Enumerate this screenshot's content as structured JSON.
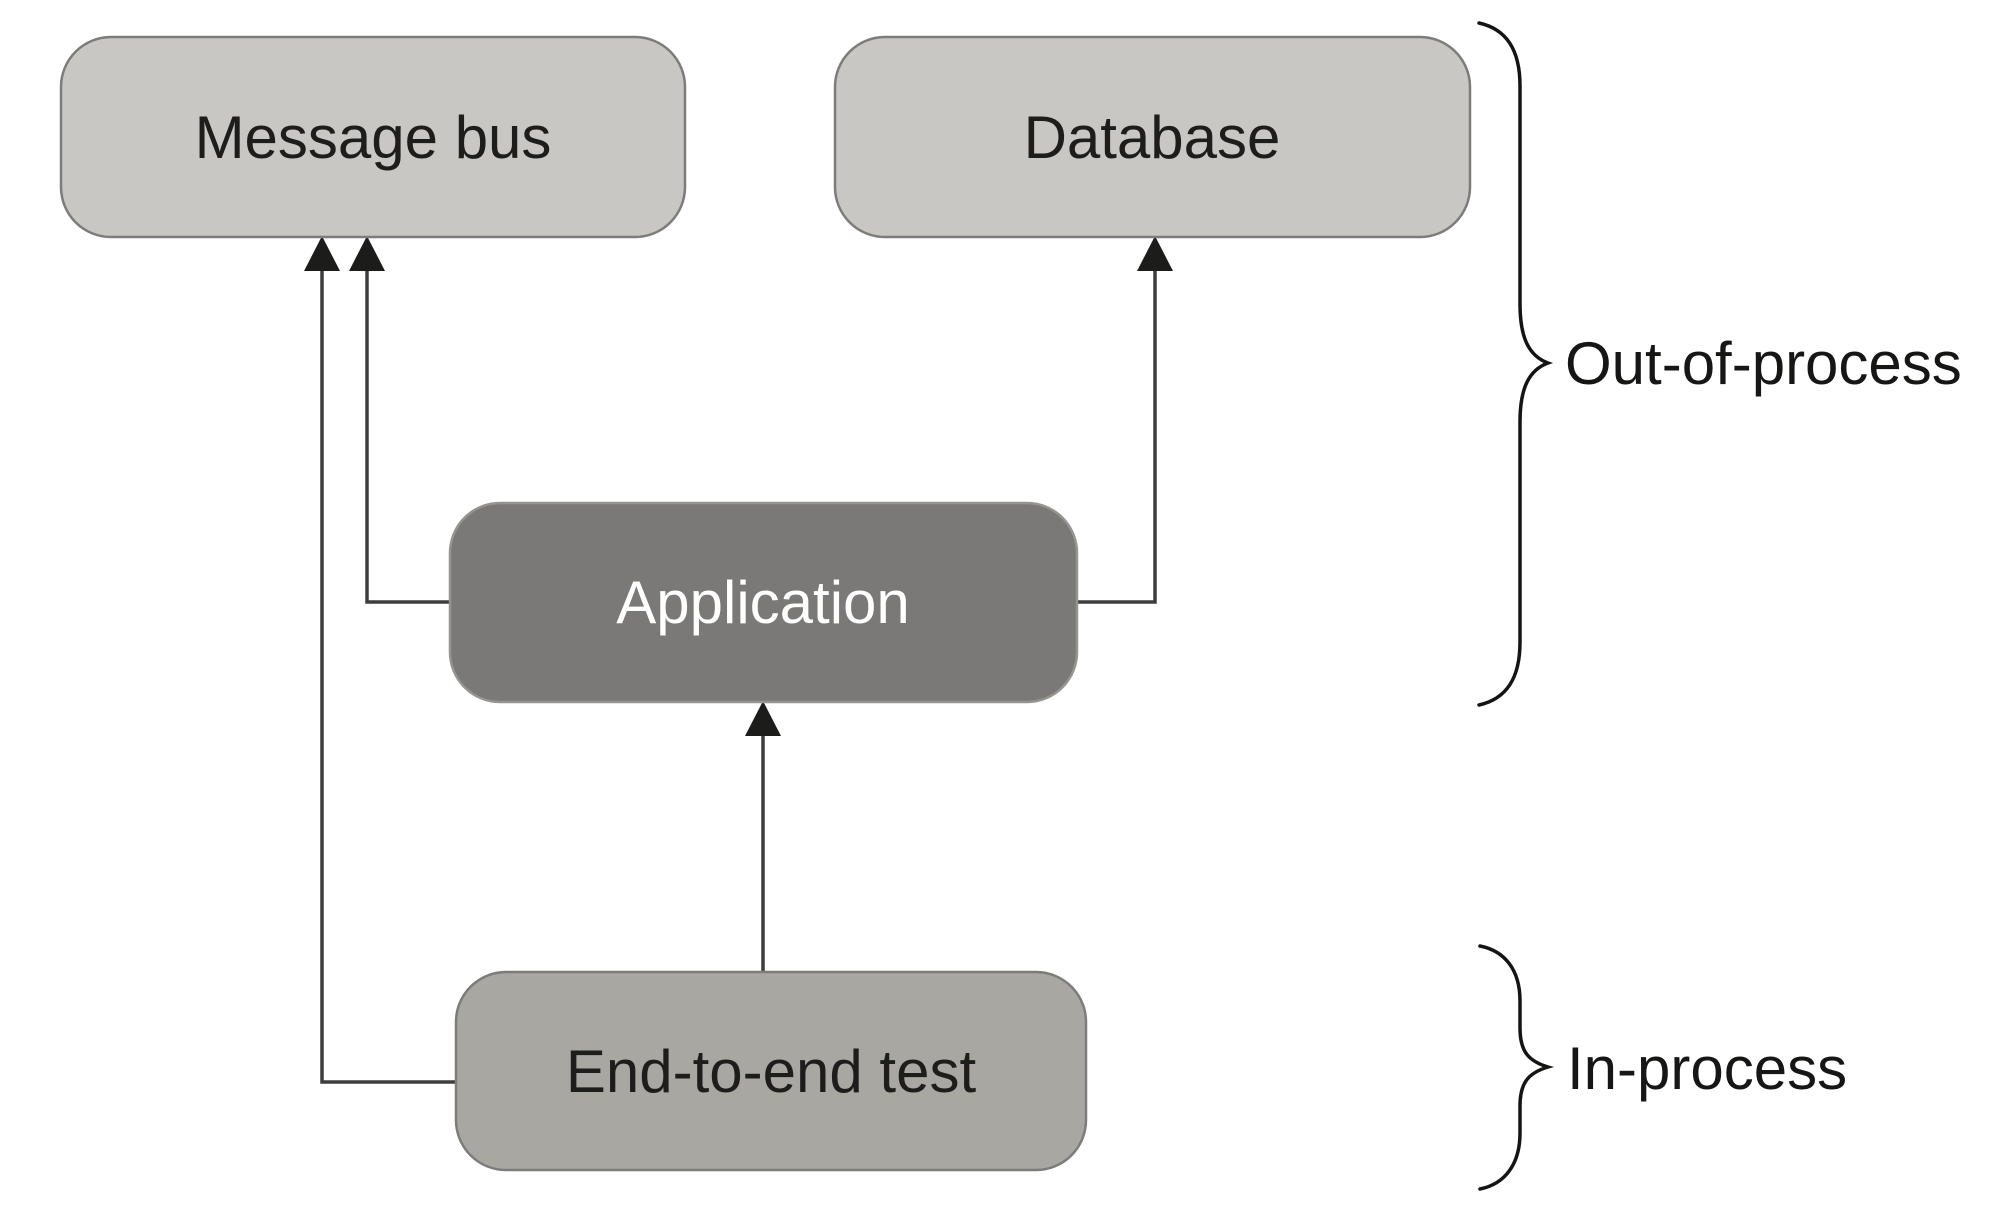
{
  "diagram": {
    "nodes": {
      "message_bus": {
        "label": "Message bus"
      },
      "database": {
        "label": "Database"
      },
      "application": {
        "label": "Application"
      },
      "end_to_end_test": {
        "label": "End-to-end test"
      }
    },
    "edges": [
      {
        "from": "application",
        "to": "message_bus"
      },
      {
        "from": "application",
        "to": "database"
      },
      {
        "from": "end_to_end_test",
        "to": "application"
      },
      {
        "from": "end_to_end_test",
        "to": "message_bus"
      }
    ],
    "annotations": {
      "out_of_process": {
        "label": "Out-of-process",
        "covers": [
          "message_bus",
          "database",
          "application"
        ]
      },
      "in_process": {
        "label": "In-process",
        "covers": [
          "end_to_end_test"
        ]
      }
    },
    "colors": {
      "background": "#ffffff",
      "node_fill_light": "#c9c7c3",
      "node_fill_medium": "#a9a7a2",
      "node_fill_dark": "#7a7977",
      "node_border": "#7d7c7a",
      "node_border_dark": "#95948f",
      "node_text_dark": "#1d1d1b",
      "node_text_light": "#ffffff",
      "edge_stroke": "#3d3d3c",
      "arrowhead_fill": "#1c1c1b",
      "brace_stroke": "#141413",
      "annotation_text": "#161615"
    }
  }
}
